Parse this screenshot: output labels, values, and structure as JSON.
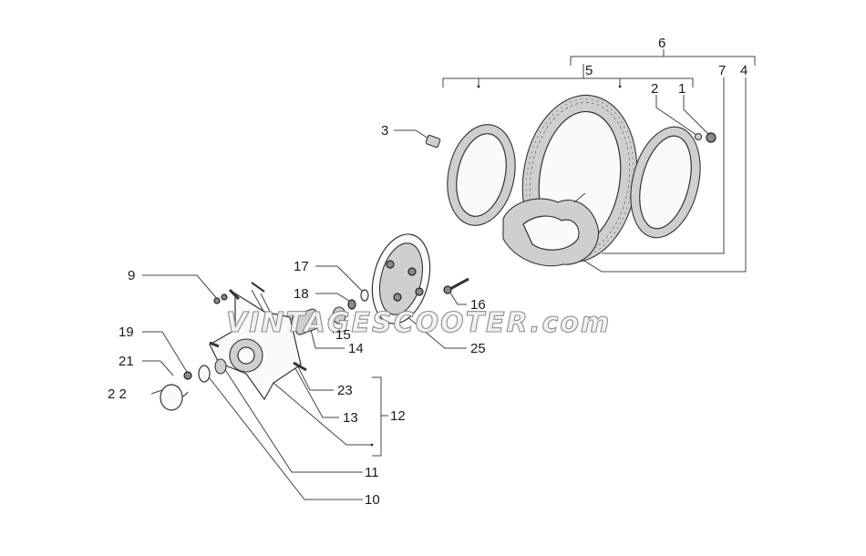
{
  "watermark": "VINTAGESCOOTER.com",
  "callouts": {
    "c1": "1",
    "c2": "2",
    "c3": "3",
    "c4": "4",
    "c5": "5",
    "c6": "6",
    "c7": "7",
    "c9": "9",
    "c10": "10",
    "c11": "11",
    "c12": "12",
    "c13": "13",
    "c14": "14",
    "c15": "15",
    "c16": "16",
    "c17": "17",
    "c18": "18",
    "c19": "19",
    "c21": "21",
    "c22": "2 2",
    "c23": "23",
    "c25": "25"
  }
}
